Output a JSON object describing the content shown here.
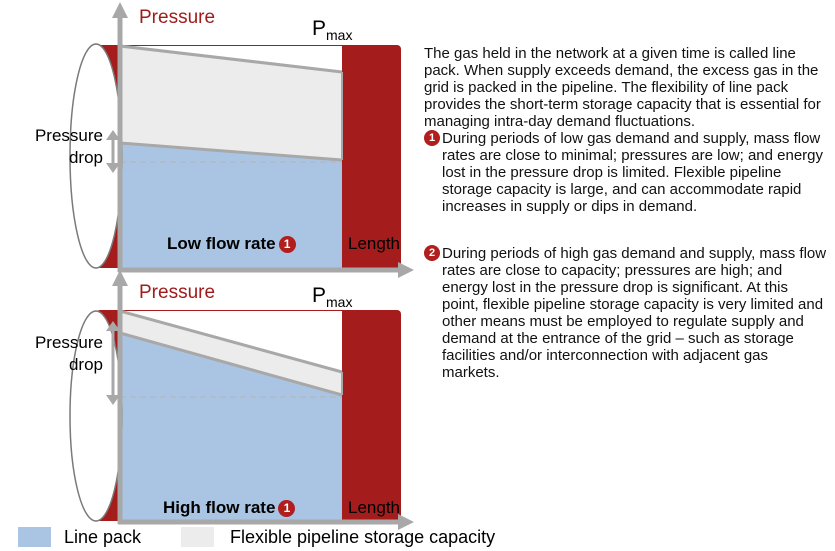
{
  "top_panel": {
    "axis_label": "Pressure",
    "pmax_main": "P",
    "pmax_sub": "max",
    "drop_line1": "Pressure",
    "drop_line2": "drop",
    "caption": "Low flow rate",
    "badge": "1",
    "length_label": "Length"
  },
  "bottom_panel": {
    "axis_label": "Pressure",
    "pmax_main": "P",
    "pmax_sub": "max",
    "drop_line1": "Pressure",
    "drop_line2": "drop",
    "caption": "High flow rate",
    "badge": "1",
    "length_label": "Length"
  },
  "description": {
    "intro": "The gas held in the network at a given time is called line pack. When supply exceeds demand, the excess gas in the grid is packed in the pipeline. The flexibility of line pack provides the short-term storage capacity that is essential for managing intra-day demand fluctuations.",
    "item1_badge": "1",
    "item1_text": "During periods of low gas demand and supply, mass flow rates are close to minimal; pressures are low; and energy lost in the pressure drop is limited. Flexible pipeline storage capacity is large, and can accommodate rapid increases in supply or dips in demand.",
    "item2_badge": "2",
    "item2_text": "During periods of high gas demand and supply, mass flow rates are close to capacity; pressures are high; and energy lost in the pressure drop is significant. At this point, flexible pipeline storage capacity is very limited and other means must be employed to regulate supply and demand at the entrance of the grid – such as storage facilities and/or interconnection with adjacent gas markets."
  },
  "legend": {
    "line_pack": "Line pack",
    "flexible": "Flexible pipeline storage capacity"
  },
  "colors": {
    "pipe_red": "#a51c1c",
    "line_pack_blue": "#a9c5e3",
    "flexible_grey": "#ececec",
    "axis_grey": "#a8a8a8",
    "badge_red": "#b01e1e"
  }
}
